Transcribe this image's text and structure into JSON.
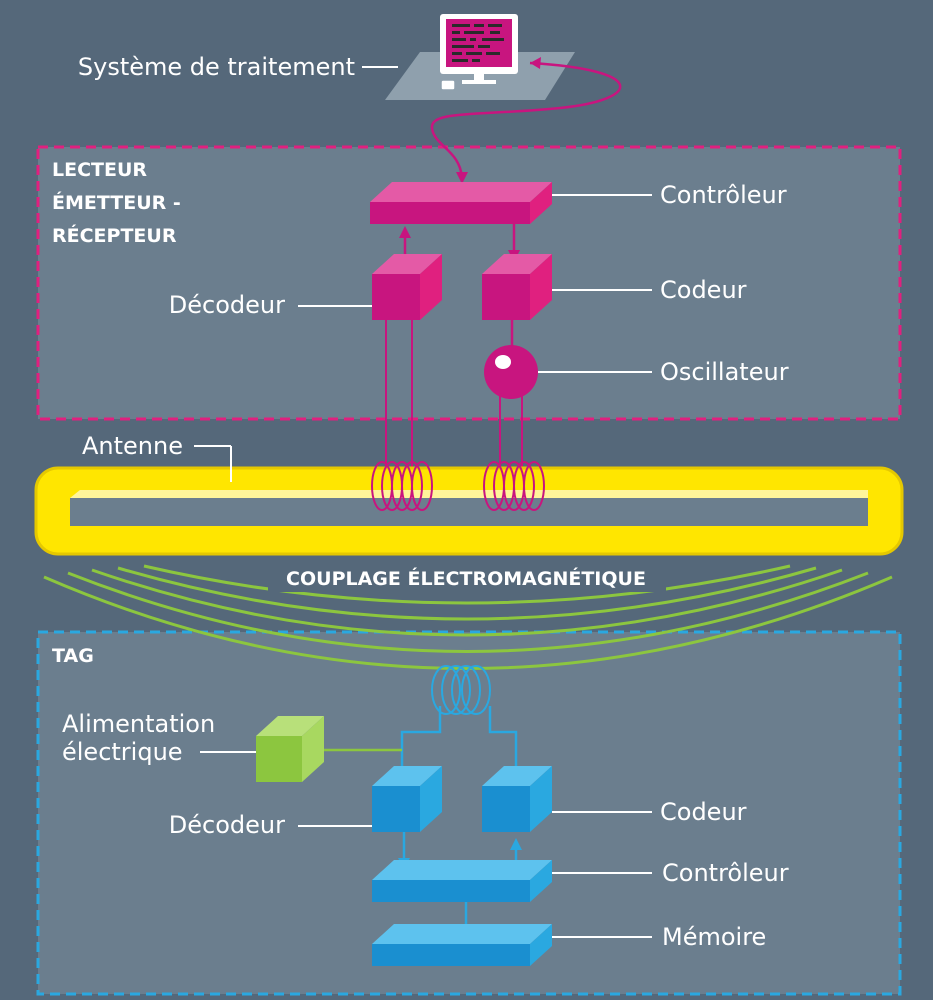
{
  "labels": {
    "systeme": "Système de traitement",
    "lecteur_line1": "LECTEUR",
    "lecteur_line2": "ÉMETTEUR -",
    "lecteur_line3": "RÉCEPTEUR",
    "controleur_top": "Contrôleur",
    "codeur_top": "Codeur",
    "decodeur_top": "Décodeur",
    "oscillateur": "Oscillateur",
    "antenne": "Antenne",
    "couplage": "COUPLAGE ÉLECTROMAGNÉTIQUE",
    "tag": "TAG",
    "alimentation_line1": "Alimentation",
    "alimentation_line2": "électrique",
    "decodeur_bottom": "Décodeur",
    "codeur_bottom": "Codeur",
    "controleur_bottom": "Contrôleur",
    "memoire": "Mémoire"
  },
  "colors": {
    "background": "#55687a",
    "panel": "#6b7e8e",
    "magenta": "#c8157f",
    "magenta_light": "#e45aa6",
    "blue": "#1a8fd0",
    "blue_light": "#5dc2ee",
    "yellow": "#ffe600",
    "green": "#8cc63f",
    "reader_border": "#e0207f",
    "tag_border": "#2aa8e0"
  }
}
